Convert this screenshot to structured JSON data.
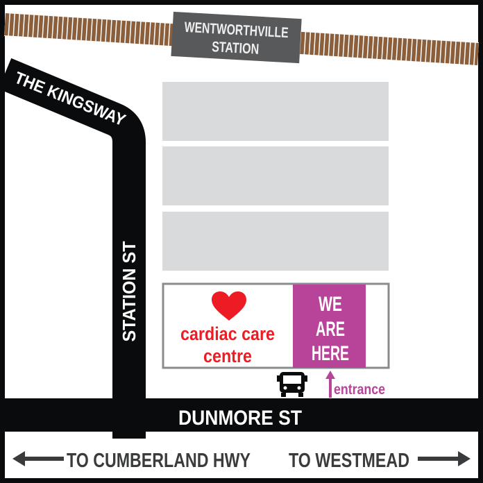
{
  "station": {
    "line1": "WENTWORTHVILLE",
    "line2": "STATION"
  },
  "roads": {
    "kingsway": "THE KINGSWAY",
    "station_st": "STATION ST",
    "dunmore_st": "DUNMORE ST"
  },
  "directions": {
    "left": "TO CUMBERLAND HWY",
    "right": "TO WESTMEAD"
  },
  "clinic": {
    "line1": "cardiac care",
    "line2": "centre",
    "icon": "heart-icon"
  },
  "marker": {
    "line1": "WE",
    "line2": "ARE",
    "line3": "HERE"
  },
  "entrance_label": "entrance",
  "bus_icon": "bus-icon",
  "colors": {
    "rail": "#8b5e3c",
    "station_sign": "#58595b",
    "road": "#0a0b0c",
    "building": "#d9dadb",
    "clinic_red": "#ed1c24",
    "marker_purple": "#b8449a"
  }
}
